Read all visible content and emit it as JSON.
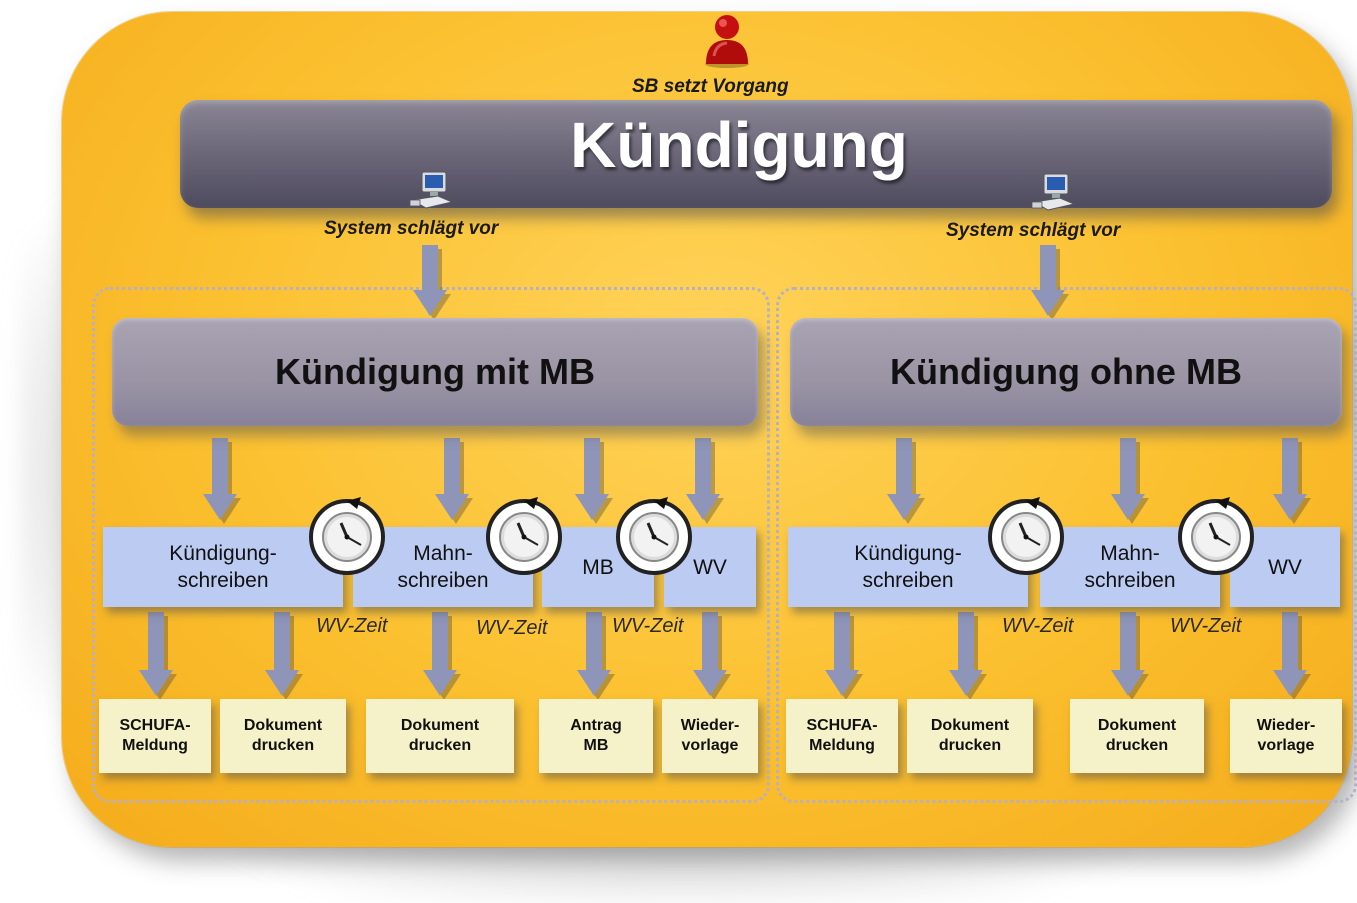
{
  "header": {
    "actor_label": "SB setzt  Vorgang",
    "title": "Kündigung"
  },
  "system_labels": {
    "left": "System schlägt vor",
    "right": "System schlägt vor"
  },
  "left_branch": {
    "title": "Kündigung mit MB",
    "steps": [
      "Kündigung-\nschreiben",
      "Mahn-\nschreiben",
      "MB",
      "WV"
    ],
    "wait_labels": [
      "WV-Zeit",
      "WV-Zeit",
      "WV-Zeit"
    ],
    "outputs": [
      "SCHUFA-\nMeldung",
      "Dokument\ndrucken",
      "Dokument\ndrucken",
      "Antrag\nMB",
      "Wieder-\nvorlage"
    ]
  },
  "right_branch": {
    "title": "Kündigung ohne MB",
    "steps": [
      "Kündigung-\nschreiben",
      "Mahn-\nschreiben",
      "WV"
    ],
    "wait_labels": [
      "WV-Zeit",
      "WV-Zeit"
    ],
    "outputs": [
      "SCHUFA-\nMeldung",
      "Dokument\ndrucken",
      "Dokument\ndrucken",
      "Wieder-\nvorlage"
    ]
  },
  "icons": {
    "actor": "person-icon",
    "system": "computer-icon",
    "wait": "clock-icon"
  },
  "colors": {
    "board": "#fbc02f",
    "header_bar": "#6e6a7c",
    "branch_box": "#9993a4",
    "step_box": "#bccbf2",
    "output_box": "#f5f2c9",
    "arrow": "#8f95b8"
  }
}
